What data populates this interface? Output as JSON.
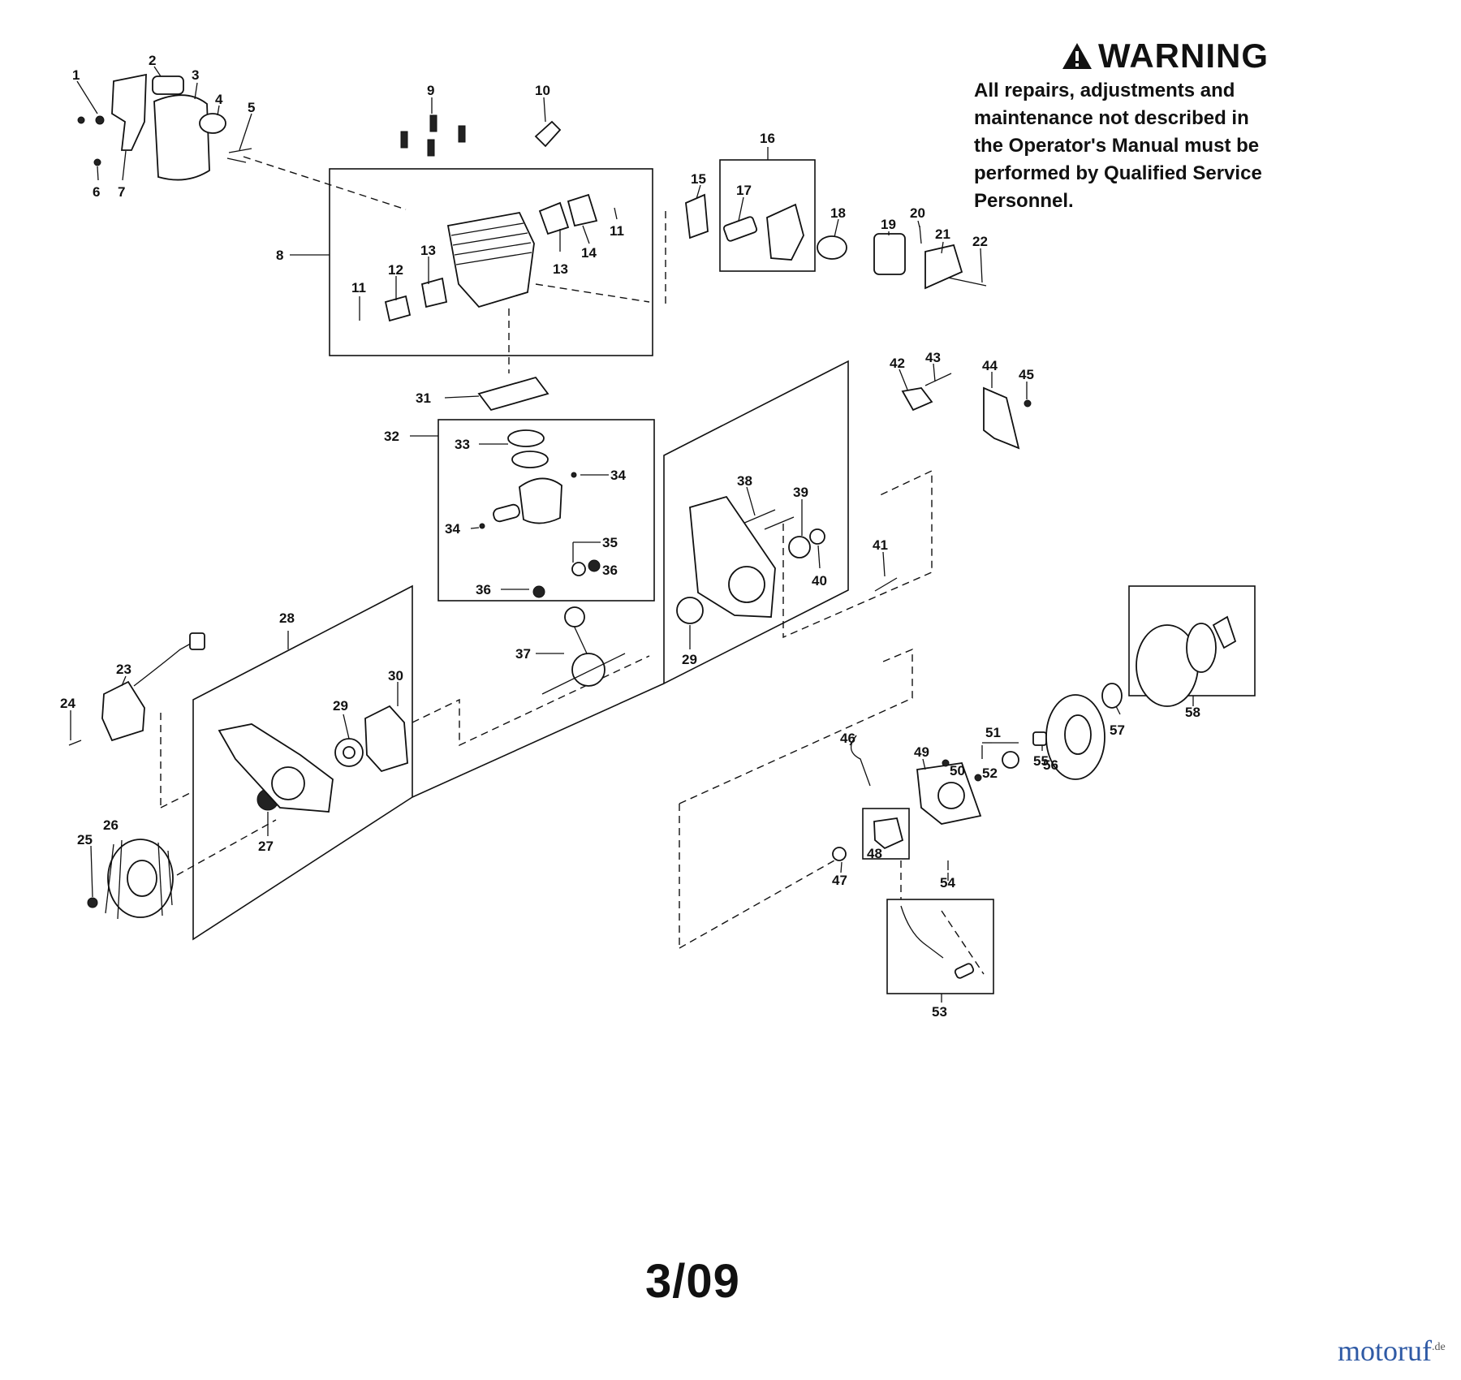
{
  "warning": {
    "title": "WARNING",
    "lines": [
      "All repairs, adjustments and",
      "maintenance not described in",
      "the Operator's Manual must be",
      "performed by Qualified Service",
      "Personnel."
    ]
  },
  "page_number": "3/09",
  "watermark": {
    "brand": "motoruf",
    "suffix": ".de"
  },
  "labels": [
    "1",
    "2",
    "3",
    "4",
    "5",
    "6",
    "7",
    "8",
    "9",
    "10",
    "11",
    "11",
    "12",
    "13",
    "13",
    "14",
    "15",
    "16",
    "17",
    "18",
    "19",
    "20",
    "21",
    "22",
    "23",
    "24",
    "25",
    "26",
    "27",
    "28",
    "29",
    "29",
    "30",
    "31",
    "32",
    "33",
    "34",
    "34",
    "35",
    "36",
    "36",
    "37",
    "38",
    "39",
    "40",
    "41",
    "42",
    "43",
    "44",
    "45",
    "46",
    "47",
    "48",
    "49",
    "50",
    "51",
    "52",
    "53",
    "54",
    "55",
    "56",
    "57",
    "58"
  ]
}
